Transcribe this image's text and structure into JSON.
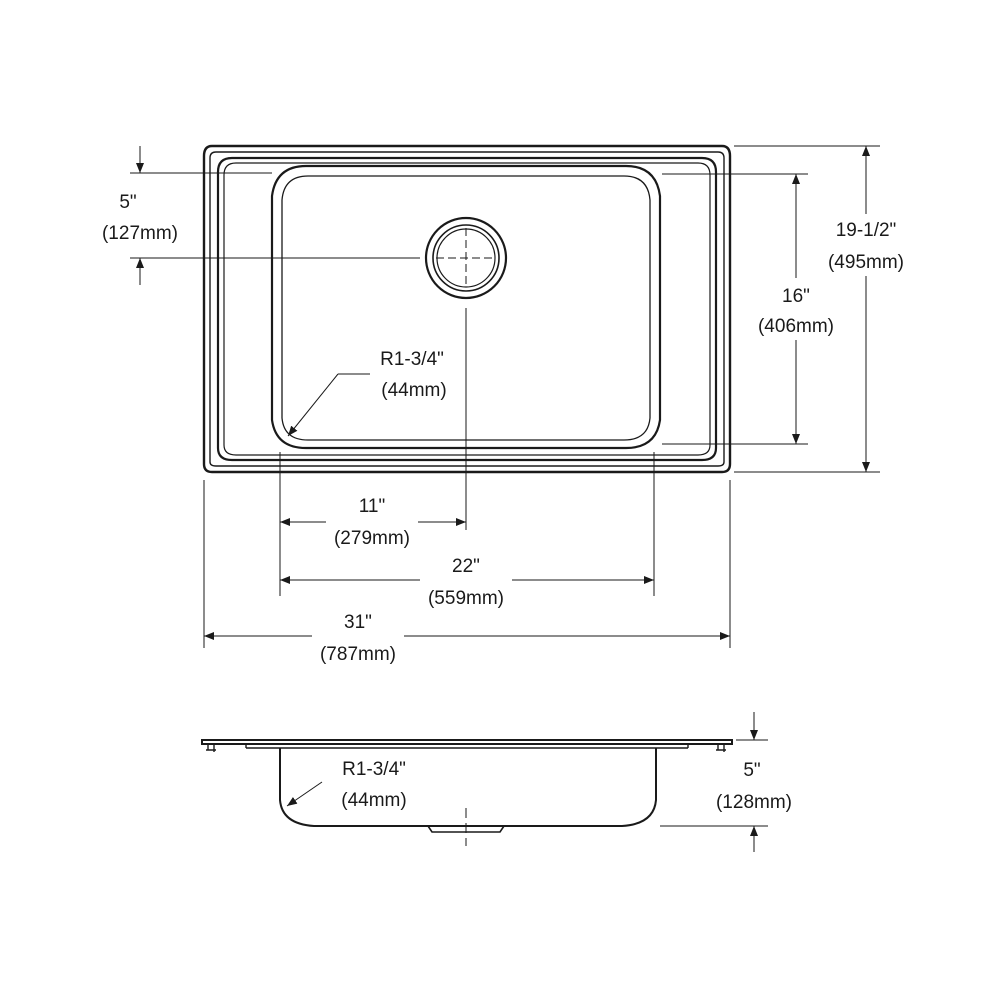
{
  "top_view": {
    "drain_offset": {
      "inch": "5\"",
      "mm": "(127mm)"
    },
    "overall_depth": {
      "inch": "19-1/2\"",
      "mm": "(495mm)"
    },
    "bowl_depth": {
      "inch": "16\"",
      "mm": "(406mm)"
    },
    "corner_radius": {
      "inch": "R1-3/4\"",
      "mm": "(44mm)"
    },
    "drain_center": {
      "inch": "11\"",
      "mm": "(279mm)"
    },
    "bowl_width": {
      "inch": "22\"",
      "mm": "(559mm)"
    },
    "overall_width": {
      "inch": "31\"",
      "mm": "(787mm)"
    }
  },
  "side_view": {
    "corner_radius": {
      "inch": "R1-3/4\"",
      "mm": "(44mm)"
    },
    "bowl_height": {
      "inch": "5\"",
      "mm": "(128mm)"
    }
  }
}
